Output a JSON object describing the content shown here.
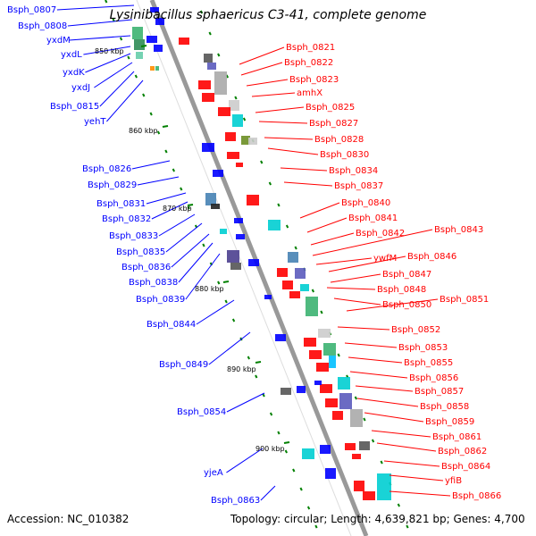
{
  "title": "Lysinibacillus sphaericus C3-41, complete genome",
  "footer": {
    "accession": "Accession: NC_010382",
    "stats": "Topology: circular; Length: 4,639,821 bp; Genes: 4,700"
  },
  "colors": {
    "forward": "#ff0000",
    "reverse": "#0000ff",
    "backbone": "#999999",
    "tick": "#008000"
  },
  "kbp_markers": [
    "850 kbp",
    "860 kbp",
    "870 kbp",
    "880 kbp",
    "890 kbp",
    "900 kbp"
  ],
  "left_labels": [
    "Bsph_0807",
    "Bsph_0808",
    "yxdM",
    "yxdL",
    "yxdK",
    "yxdJ",
    "Bsph_0815",
    "yehT",
    "Bsph_0826",
    "Bsph_0829",
    "Bsph_0831",
    "Bsph_0832",
    "Bsph_0833",
    "Bsph_0835",
    "Bsph_0836",
    "Bsph_0838",
    "Bsph_0839",
    "Bsph_0844",
    "Bsph_0849",
    "Bsph_0854",
    "yjeA",
    "Bsph_0863"
  ],
  "right_labels": [
    "Bsph_0821",
    "Bsph_0822",
    "Bsph_0823",
    "amhX",
    "Bsph_0825",
    "Bsph_0827",
    "Bsph_0828",
    "Bsph_0830",
    "Bsph_0834",
    "Bsph_0837",
    "Bsph_0840",
    "Bsph_0841",
    "Bsph_0842",
    "Bsph_0843",
    "ywfM",
    "Bsph_0846",
    "Bsph_0847",
    "Bsph_0848",
    "Bsph_0850",
    "Bsph_0851",
    "Bsph_0852",
    "Bsph_0853",
    "Bsph_0855",
    "Bsph_0856",
    "Bsph_0857",
    "Bsph_0858",
    "Bsph_0859",
    "Bsph_0861",
    "Bsph_0862",
    "Bsph_0864",
    "yfiB",
    "Bsph_0866"
  ]
}
